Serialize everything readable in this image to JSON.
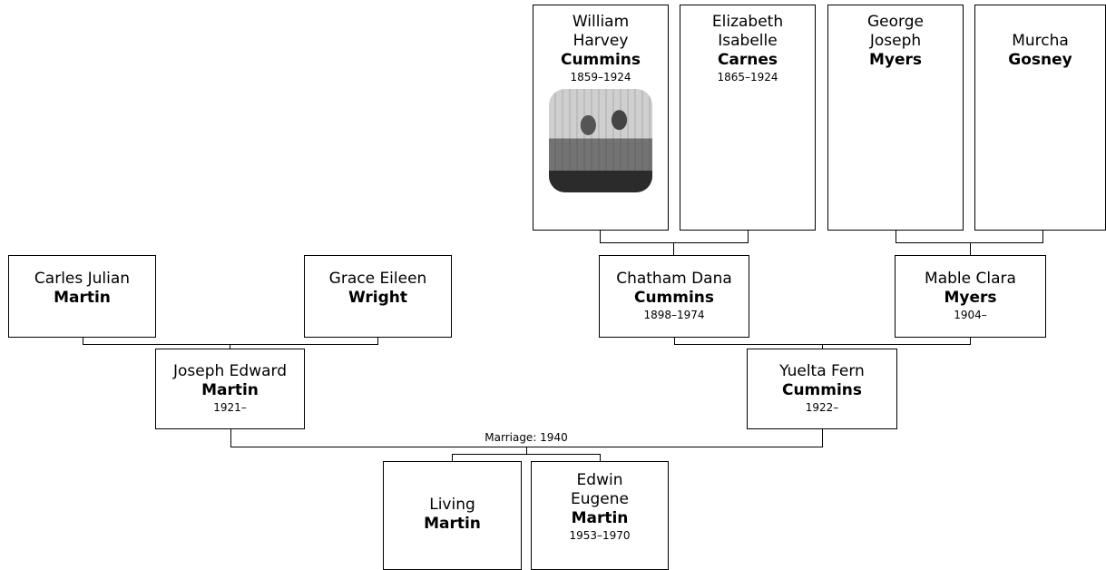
{
  "marriage_label": "Marriage: 1940",
  "people": {
    "william": {
      "given": "William Harvey",
      "surname": "Cummins",
      "dates": "1859–1924"
    },
    "elizabeth": {
      "given": "Elizabeth Isabelle",
      "surname": "Carnes",
      "dates": "1865–1924"
    },
    "george": {
      "given": "George Joseph",
      "surname": "Myers"
    },
    "murcha": {
      "given": "Murcha",
      "surname": "Gosney"
    },
    "carles": {
      "given": "Carles Julian",
      "surname": "Martin"
    },
    "grace": {
      "given": "Grace Eileen",
      "surname": "Wright"
    },
    "chatham": {
      "given": "Chatham Dana",
      "surname": "Cummins",
      "dates": "1898–1974"
    },
    "mable": {
      "given": "Mable Clara",
      "surname": "Myers",
      "dates": "1904–"
    },
    "joseph": {
      "given": "Joseph Edward",
      "surname": "Martin",
      "dates": "1921–"
    },
    "yuelta": {
      "given": "Yuelta Fern",
      "surname": "Cummins",
      "dates": "1922–"
    },
    "living": {
      "given": "Living",
      "surname": "Martin"
    },
    "edwin": {
      "given": "Edwin Eugene",
      "surname": "Martin",
      "dates": "1953–1970"
    }
  }
}
